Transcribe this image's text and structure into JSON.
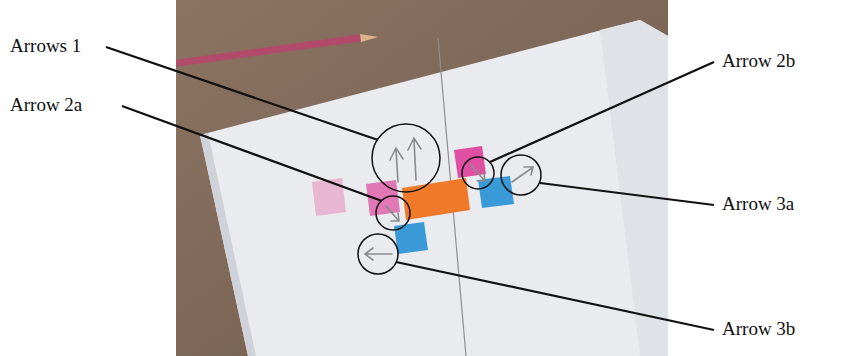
{
  "diagram": {
    "labels": [
      "Arrows 1",
      "Arrow 2b",
      "Arrow 2a",
      "Arrow 3a",
      "Arrow 3b"
    ]
  }
}
